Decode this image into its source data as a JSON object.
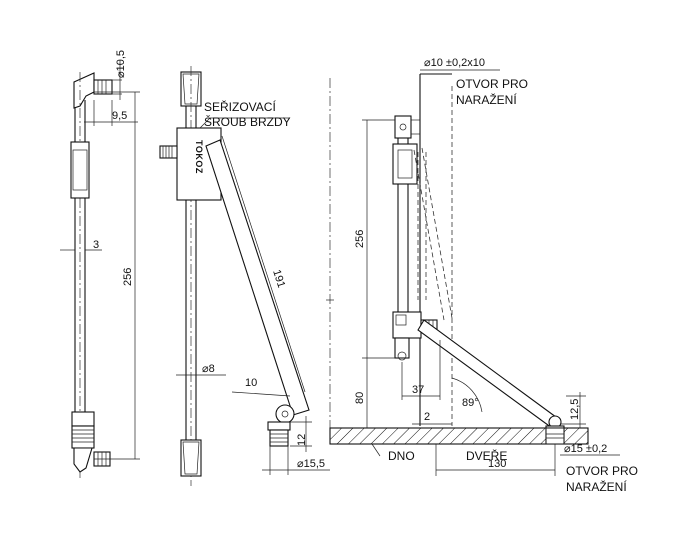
{
  "view1": {
    "dia_10_5": "⌀10,5",
    "dim_9_5": "9,5",
    "dim_3": "3",
    "dim_256": "256"
  },
  "view2": {
    "adjust_screw_line1": "SEŘIZOVACÍ",
    "adjust_screw_line2": "ŠROUB BRZDY",
    "brand": "TOKOZ",
    "dim_191": "191",
    "dia_8": "⌀8",
    "dim_10": "10",
    "dim_12": "12",
    "dia_15_5": "⌀15,5"
  },
  "view3": {
    "hole_dim": "⌀10 ±0,2x10",
    "hole_label_line1": "OTVOR PRO",
    "hole_label_line2": "NARAŽENÍ",
    "dim_256": "256",
    "dim_37": "37",
    "dim_80": "80",
    "dim_2": "2",
    "angle_89": "89°",
    "dim_12_5": "12,5",
    "dno": "DNO",
    "dvere": "DVEŘE",
    "dim_130": "130",
    "bottom_hole_dim": "⌀15 ±0,2",
    "bottom_label_line1": "OTVOR PRO",
    "bottom_label_line2": "NARAŽENÍ"
  }
}
